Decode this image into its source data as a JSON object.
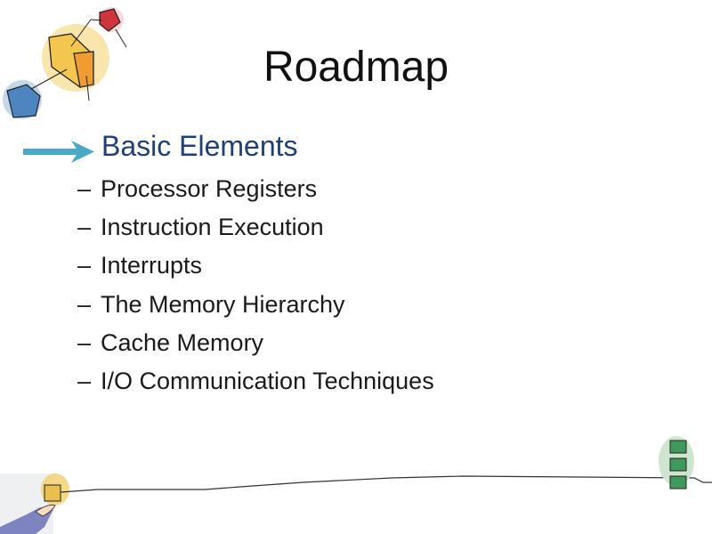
{
  "slide": {
    "title": "Roadmap",
    "current_topic": "Basic Elements",
    "dash": "–",
    "items": [
      "Processor Registers",
      "Instruction Execution",
      "Interrupts",
      "The Memory Hierarchy",
      "Cache Memory",
      "I/O Communication Techniques"
    ],
    "colors": {
      "current": "#1e3f78",
      "arrow": "#4aa8c8"
    }
  }
}
